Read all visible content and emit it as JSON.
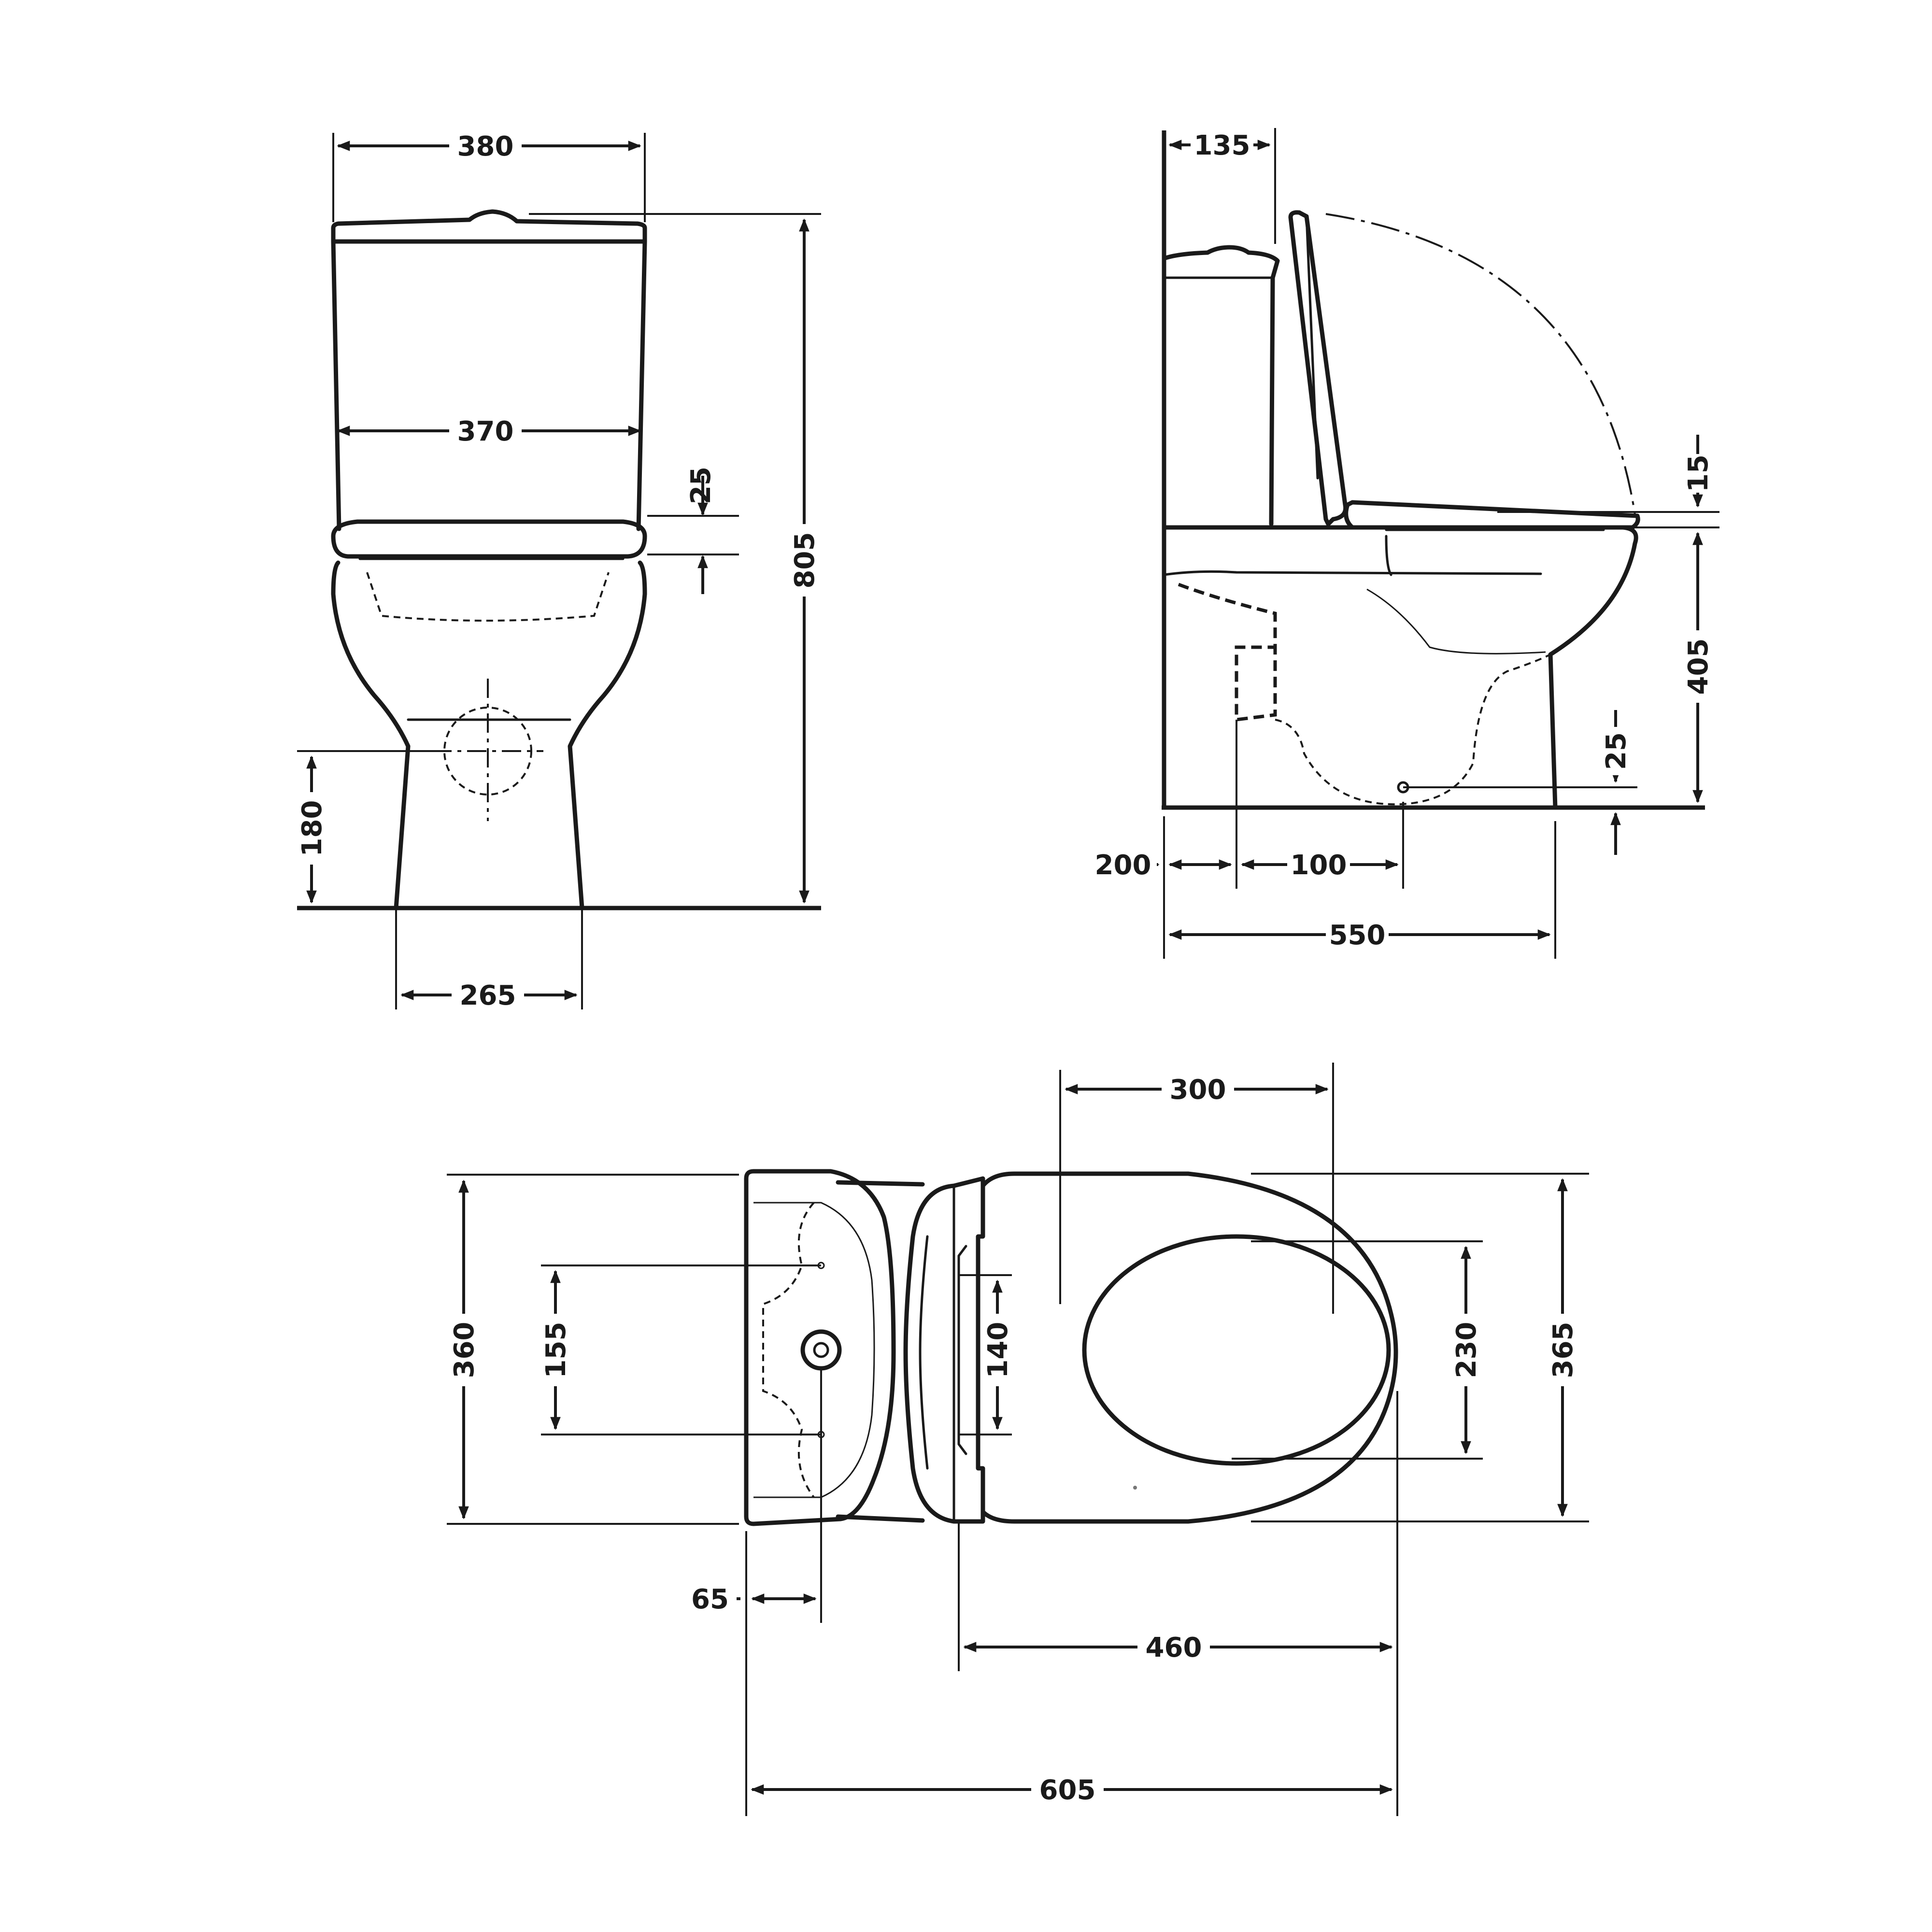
{
  "front_view": {
    "labels": {
      "tank_width": "380",
      "cistern_width": "370",
      "seat_thickness": "25",
      "total_height": "805",
      "outlet_height": "180",
      "foot_width": "265"
    }
  },
  "side_view": {
    "labels": {
      "tank_offset": "135",
      "seat_gap": "15",
      "seat_height": "405",
      "outlet_clearance": "25",
      "wall_offset": "200",
      "outlet_spacing": "100",
      "total_depth": "550"
    }
  },
  "top_view": {
    "labels": {
      "seat_opening": "300",
      "tank_depth": "360",
      "fixing_spacing": "155",
      "hinge_spacing": "140",
      "opening_width": "230",
      "total_width": "365",
      "wall_to_center": "65",
      "hinge_to_front": "460",
      "total_length": "605"
    }
  }
}
